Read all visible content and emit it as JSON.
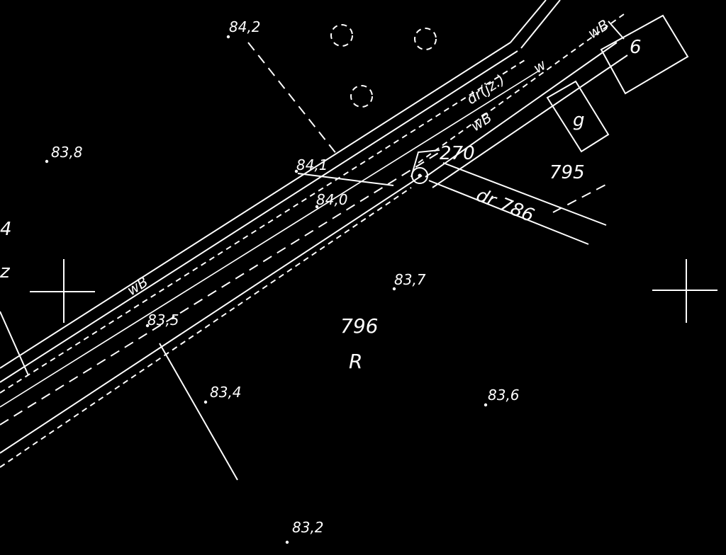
{
  "spot_heights": [
    "84,2",
    "83,8",
    "84,1",
    "84,0",
    "83,7",
    "83,5",
    "83,4",
    "83,6",
    "83,2"
  ],
  "parcels": {
    "p796": "796",
    "p795": "795",
    "land_use": "R",
    "road": "dr 786",
    "p270": "270"
  },
  "road_labels": {
    "wb_main": "wB",
    "wb_upper": "wB",
    "wb_right": "wB",
    "dr_jz": "dr(jz.)",
    "ws": "w",
    "edge_left_4": "4",
    "edge_left_z": "z"
  },
  "buildings": {
    "b1": "g",
    "b2": "6"
  },
  "colors": {
    "background": "#000000",
    "linework": "#ffffff"
  }
}
